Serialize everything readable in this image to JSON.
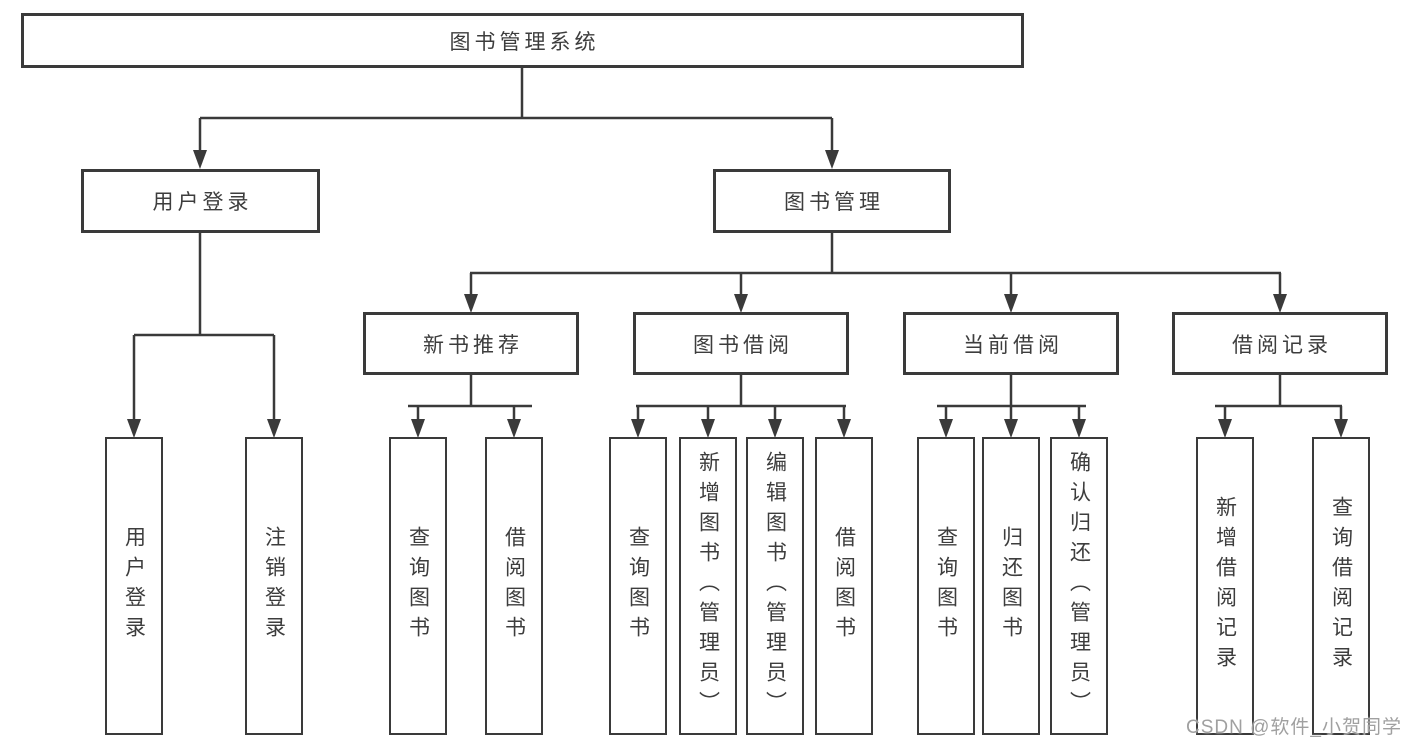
{
  "diagram": {
    "root": {
      "label": "图书管理系统"
    },
    "user_login": {
      "label": "用户登录",
      "children": [
        "用户登录",
        "注销登录"
      ]
    },
    "book_mgmt": {
      "label": "图书管理",
      "sections": [
        {
          "label": "新书推荐",
          "children": [
            "查询图书",
            "借阅图书"
          ]
        },
        {
          "label": "图书借阅",
          "children": [
            "查询图书",
            "新增图书（管理员）",
            "编辑图书（管理员）",
            "借阅图书"
          ]
        },
        {
          "label": "当前借阅",
          "children": [
            "查询图书",
            "归还图书",
            "确认归还（管理员）"
          ]
        },
        {
          "label": "借阅记录",
          "children": [
            "新增借阅记录",
            "查询借阅记录"
          ]
        }
      ]
    }
  },
  "watermark": {
    "text": "CSDN @软件_小贺同学"
  },
  "colors": {
    "line": "#3a3a3a",
    "text": "#3d3d3d",
    "watermark": "#a0a0a0"
  }
}
